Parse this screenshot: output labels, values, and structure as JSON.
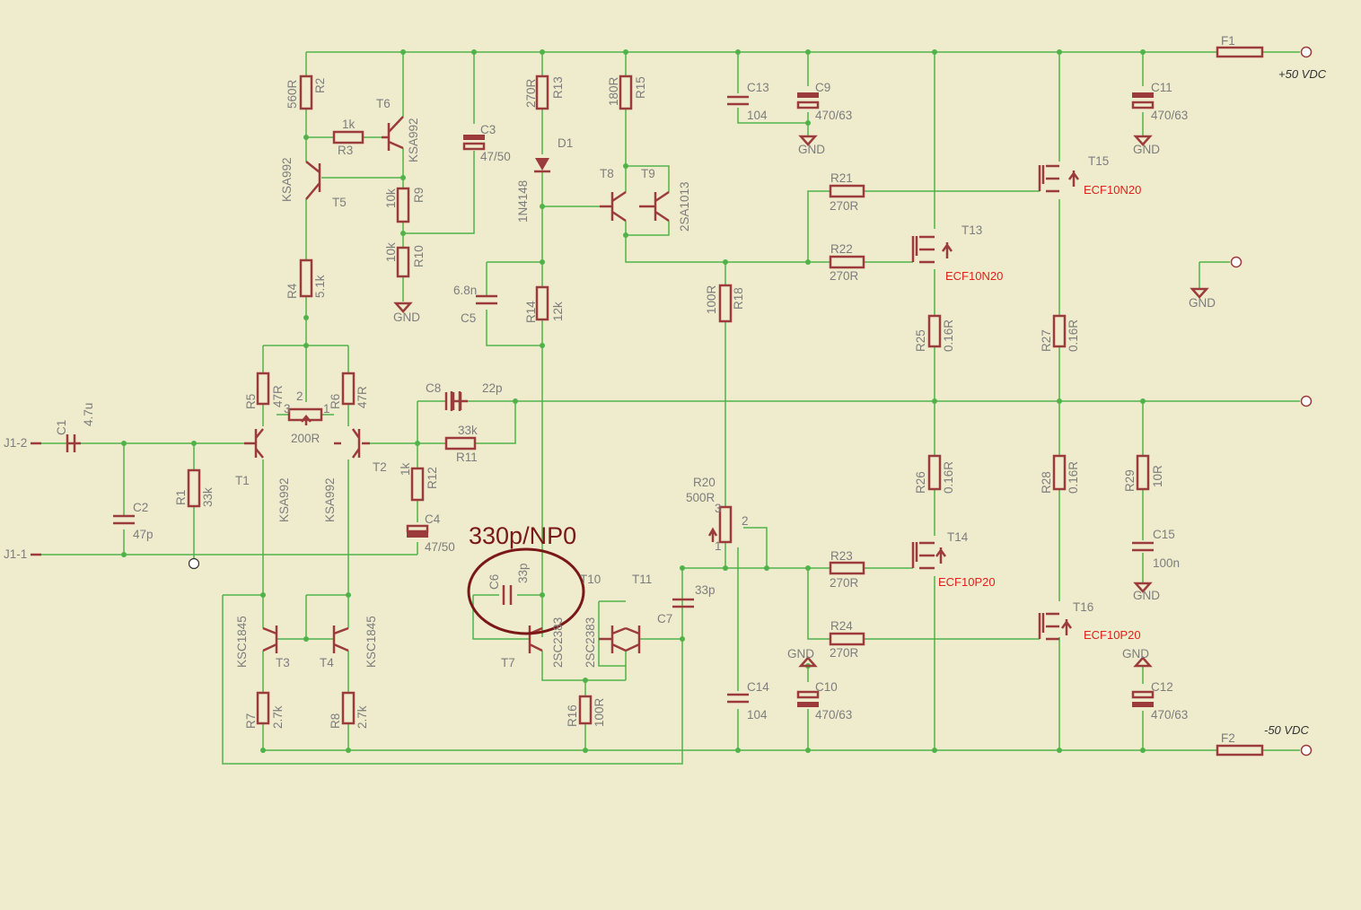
{
  "components": {
    "C1": {
      "name": "C1",
      "value": "4.7u"
    },
    "C2": {
      "name": "C2",
      "value": "47p"
    },
    "C3": {
      "name": "C3",
      "value": "47/50"
    },
    "C4": {
      "name": "C4",
      "value": "47/50"
    },
    "C5": {
      "name": "C5",
      "value": "6.8n"
    },
    "C6": {
      "name": "C6",
      "value": "33p"
    },
    "C7": {
      "name": "C7",
      "value": "33p"
    },
    "C8": {
      "name": "C8",
      "value": "22p"
    },
    "C9": {
      "name": "C9",
      "value": "470/63"
    },
    "C10": {
      "name": "C10",
      "value": "470/63"
    },
    "C11": {
      "name": "C11",
      "value": "470/63"
    },
    "C12": {
      "name": "C12",
      "value": "470/63"
    },
    "C13": {
      "name": "C13",
      "value": "104"
    },
    "C14": {
      "name": "C14",
      "value": "104"
    },
    "C15": {
      "name": "C15",
      "value": "100n"
    },
    "R1": {
      "name": "R1",
      "value": "33k"
    },
    "R2": {
      "name": "R2",
      "value": "560R"
    },
    "R3": {
      "name": "R3",
      "value": "1k"
    },
    "R4": {
      "name": "R4",
      "value": "5.1k"
    },
    "R5": {
      "name": "R5",
      "value": "47R"
    },
    "R6": {
      "name": "R6",
      "value": "47R"
    },
    "R7": {
      "name": "R7",
      "value": "2.7k"
    },
    "R8": {
      "name": "R8",
      "value": "2.7k"
    },
    "R9": {
      "name": "R9",
      "value": "10k"
    },
    "R10": {
      "name": "R10",
      "value": "10k"
    },
    "R11": {
      "name": "R11",
      "value": "33k"
    },
    "R12": {
      "name": "R12",
      "value": "1k"
    },
    "R13": {
      "name": "R13",
      "value": "270R"
    },
    "R14": {
      "name": "R14",
      "value": "12k"
    },
    "R15": {
      "name": "R15",
      "value": "180R"
    },
    "R16": {
      "name": "R16",
      "value": "100R"
    },
    "R18": {
      "name": "R18",
      "value": "100R"
    },
    "R20": {
      "name": "R20",
      "value": "500R"
    },
    "R21": {
      "name": "R21",
      "value": "270R"
    },
    "R22": {
      "name": "R22",
      "value": "270R"
    },
    "R23": {
      "name": "R23",
      "value": "270R"
    },
    "R24": {
      "name": "R24",
      "value": "270R"
    },
    "R25": {
      "name": "R25",
      "value": "0.16R"
    },
    "R26": {
      "name": "R26",
      "value": "0.16R"
    },
    "R27": {
      "name": "R27",
      "value": "0.16R"
    },
    "R28": {
      "name": "R28",
      "value": "0.16R"
    },
    "R29": {
      "name": "R29",
      "value": "10R"
    },
    "P200": {
      "name": "",
      "value": "200R"
    },
    "D1": {
      "name": "D1",
      "value": "1N4148"
    },
    "T1": {
      "name": "T1",
      "value": "KSA992"
    },
    "T2": {
      "name": "T2",
      "value": "KSA992"
    },
    "T3": {
      "name": "T3",
      "value": "KSC1845"
    },
    "T4": {
      "name": "T4",
      "value": "KSC1845"
    },
    "T5": {
      "name": "T5",
      "value": "KSA992"
    },
    "T6": {
      "name": "T6",
      "value": "KSA992"
    },
    "T7": {
      "name": "T7",
      "value": "2SC2383"
    },
    "T8": {
      "name": "T8",
      "value": ""
    },
    "T9": {
      "name": "T9",
      "value": "2SA1013"
    },
    "T10": {
      "name": "T10",
      "value": ""
    },
    "T11": {
      "name": "T11",
      "value": "2SC2383"
    },
    "T13": {
      "name": "T13",
      "value": "ECF10N20"
    },
    "T14": {
      "name": "T14",
      "value": "ECF10P20"
    },
    "T15": {
      "name": "T15",
      "value": "ECF10N20"
    },
    "T16": {
      "name": "T16",
      "value": "ECF10P20"
    },
    "F1": {
      "name": "F1"
    },
    "F2": {
      "name": "F2"
    }
  },
  "nets": {
    "pos_supply": "+50 VDC",
    "neg_supply": "-50 VDC",
    "gnd": "GND",
    "in_pos": "J1-2",
    "in_neg": "J1-1"
  },
  "pin_numbers": {
    "p1": "1",
    "p2": "2",
    "p3": "3"
  },
  "annotation": {
    "text": "330p/NP0",
    "color": "#7a1818"
  },
  "colors": {
    "wire": "#4fb34a",
    "component": "#9c3b3b",
    "mosfet_label": "#e0201a",
    "background": "#efebcd"
  }
}
